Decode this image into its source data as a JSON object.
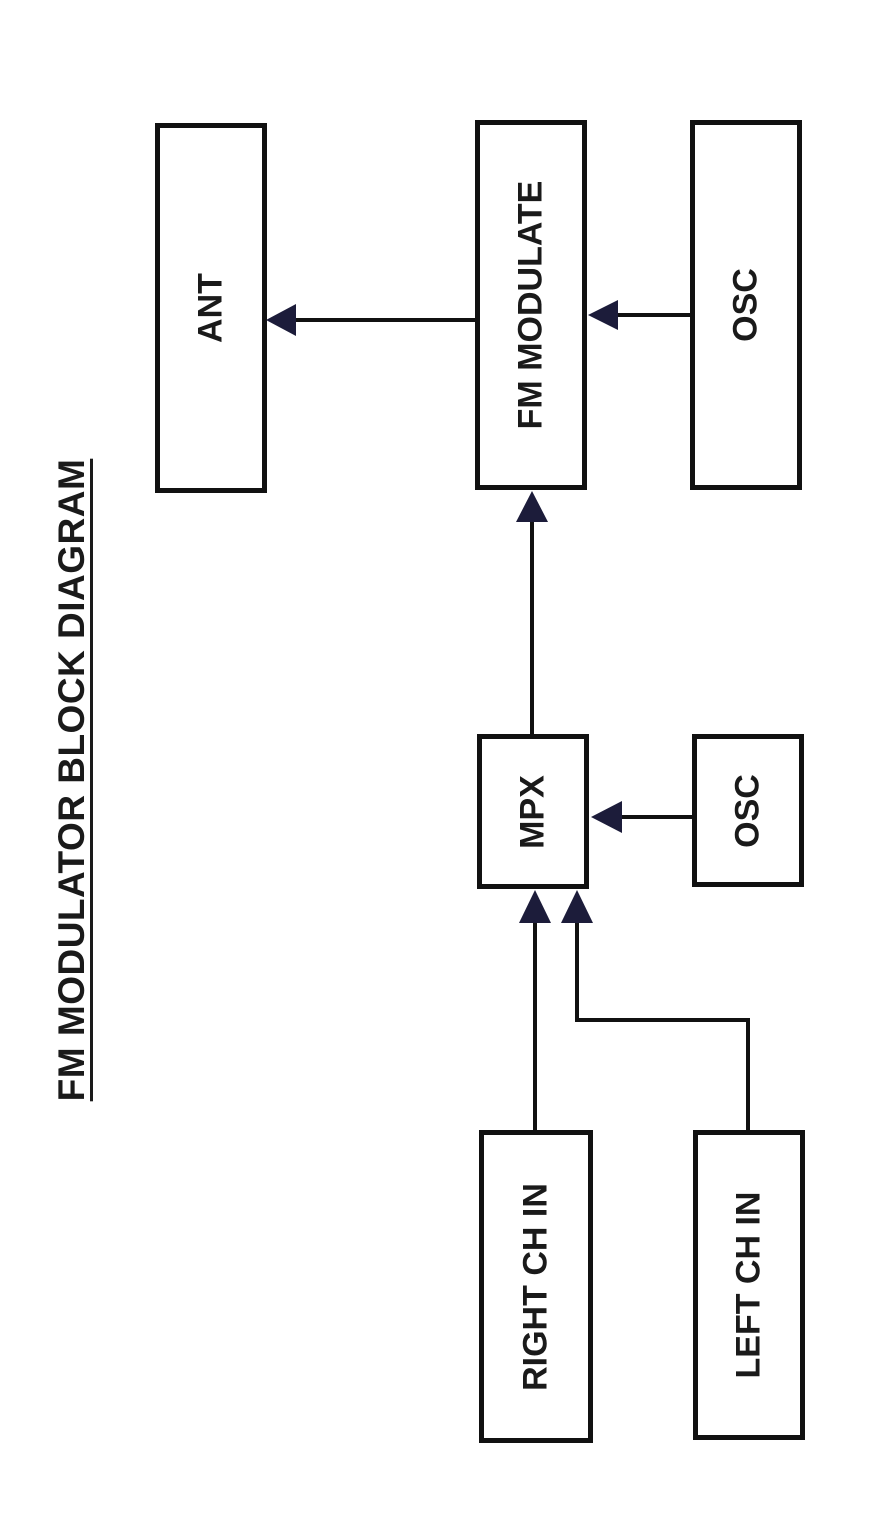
{
  "title": "FM MODULATOR BLOCK DIAGRAM",
  "blocks": {
    "ant": "ANT",
    "fm_modulate": "FM MODULATE",
    "osc_top": "OSC",
    "mpx": "MPX",
    "osc_bottom": "OSC",
    "right_ch_in": "RIGHT CH IN",
    "left_ch_in": "LEFT CH IN"
  },
  "connections": [
    {
      "from": "FM MODULATE",
      "to": "ANT"
    },
    {
      "from": "OSC",
      "to": "FM MODULATE"
    },
    {
      "from": "MPX",
      "to": "FM MODULATE"
    },
    {
      "from": "OSC",
      "to": "MPX"
    },
    {
      "from": "RIGHT CH IN",
      "to": "MPX"
    },
    {
      "from": "LEFT CH IN",
      "to": "MPX"
    }
  ],
  "colors": {
    "line": "#111111",
    "arrow": "#1c1c3a"
  }
}
